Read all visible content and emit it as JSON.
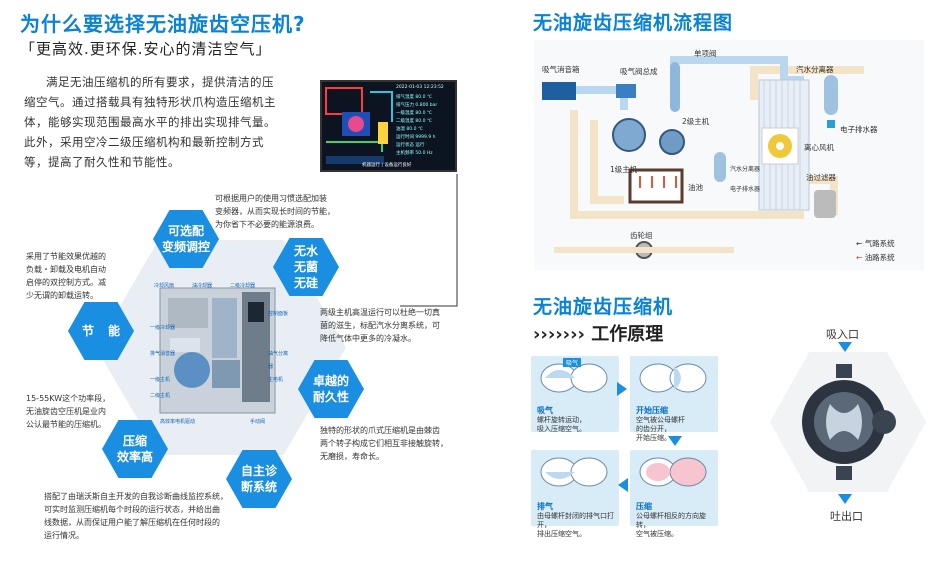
{
  "left": {
    "title": "为什么要选择无油旋齿空压机?",
    "subtitle": "「更高效.更环保.安心的清洁空气」",
    "intro": [
      "满足无油压缩机的所有要求，提供清洁的压",
      "缩空气。通过搭载具有独特形状爪构造压缩机主",
      "体，能够实现范围最高水平的排出实现排气量。",
      "此外，采用空冷二级压缩机构和最新控制方式",
      "等，提高了耐久性和节能性。"
    ],
    "screen": {
      "date": "2022-01-03 12:23:52",
      "rows": [
        "排气温度 80.0 ℃",
        "排气压力 0.800 bar",
        "一级温度 80.0 ℃",
        "二级温度 80.0 ℃",
        "油温 80.0 ℃",
        "运行时间 9999.9 h",
        "运行状态 运行",
        "主机频率 50.0 Hz"
      ],
      "footer": "机器运行 | 设备运行良好"
    },
    "features": [
      {
        "label_1": "可选配",
        "label_2": "变频调控",
        "desc": [
          "可根据用户的使用习惯选配加装",
          "变频器，从而实现长时间的节能，",
          "为你省下不必要的能源浪费。"
        ]
      },
      {
        "label_1": "无水",
        "label_2": "无菌",
        "label_3": "无硅",
        "desc": [
          "两级主机高温运行可以杜绝一切真",
          "菌的滋生，标配汽水分离系统，可",
          "降低气体中更多的冷凝水。"
        ]
      },
      {
        "label_1": "卓越的",
        "label_2": "耐久性",
        "desc": [
          "独特的形状的爪式压缩机是由棘齿",
          "两个转子构成它们相互非接触旋转，",
          "无磨损，寿命长。"
        ]
      },
      {
        "label_1": "自主诊",
        "label_2": "断系统",
        "desc": [
          "搭配了由瑞沃斯自主开发的自我诊断曲线监控系统，",
          "可实时监测压缩机每个时段的运行状态，并给出曲",
          "线数据，从而保证用户能了解压缩机在任何时段的",
          "运行情况。"
        ]
      },
      {
        "label_1": "压缩",
        "label_2": "效率高",
        "desc": [
          "15-55KW这个功率段，",
          "无油旋齿空压机是业内",
          "公认最节能的压缩机。"
        ]
      },
      {
        "label_1": "节",
        "label_2": "能",
        "desc": [
          "采用了节能效果优越的",
          "负载・卸载及电机自动",
          "启停的双控制方式。减",
          "少无谓的卸载运转。"
        ]
      }
    ],
    "machine_labels": [
      "冷却风扇",
      "油冷却器",
      "二级冷却器",
      "控制面板",
      "一级冷却器",
      "排气消音器",
      "一级主机",
      "二级主机",
      "油气分离器",
      "主电机",
      "高效率电机驱动",
      "手动阀"
    ]
  },
  "right": {
    "flow_title": "无油旋齿压缩机流程图",
    "flow_labels": {
      "muffler": "吸气消音箱",
      "intake_valve": "吸气阀总成",
      "check_valve": "单项阀",
      "separator": "汽水分离器",
      "drain": "电子排水器",
      "stage1": "1级主机",
      "stage2": "2级主机",
      "fan": "离心风机",
      "oil_pool": "油池",
      "small_sep": "汽水分离器",
      "small_drain": "电子排水器",
      "oil_filter": "油过滤器",
      "gear": "齿轮组"
    },
    "legend": [
      {
        "label": "气路系统",
        "color": "#222222"
      },
      {
        "label": "油路系统",
        "color": "#c0392b"
      }
    ],
    "principle_title": "无油旋齿压缩机",
    "principle_sub": "›››››››  工作原理",
    "stages": [
      {
        "name": "吸气",
        "desc": [
          "螺杆旋转运动，",
          "吸入压缩空气。"
        ]
      },
      {
        "name": "开始压缩",
        "desc": [
          "空气被公母螺杆",
          "的齿分开，",
          "开始压缩。"
        ]
      },
      {
        "name": "排气",
        "desc": [
          "由母螺杆封闭的排气口打开，",
          "排出压缩空气。"
        ]
      },
      {
        "name": "压缩",
        "desc": [
          "公母螺杆相反的方向旋转，",
          "空气被压缩。"
        ]
      }
    ],
    "top_stage_tag": "吸气",
    "inlet": "吸入口",
    "outlet": "吐出口"
  },
  "colors": {
    "brand_blue": "#0a82d6",
    "hex_blue": "#1a8ee0",
    "oil_red": "#c0392b",
    "pipe_beige": "#f3e4c7",
    "pipe_blue": "#b9d8ef"
  }
}
